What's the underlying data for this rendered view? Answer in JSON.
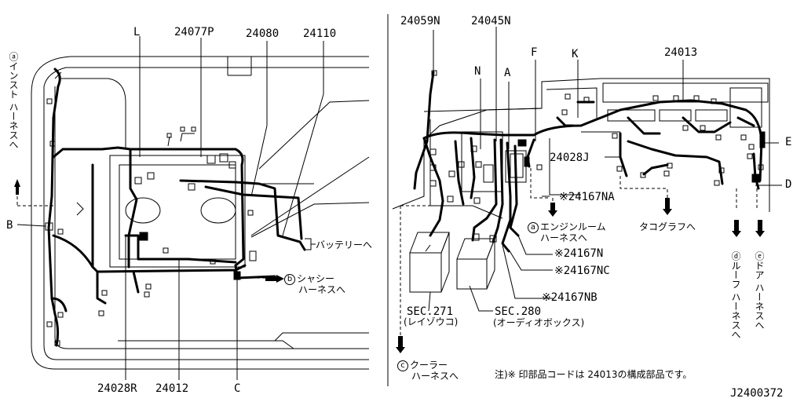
{
  "left": {
    "top_labels": {
      "L": "L",
      "p24077P": "24077P",
      "p24080": "24080",
      "p24110": "24110"
    },
    "bottom_labels": {
      "p24028R": "24028R",
      "p24012": "24012",
      "C": "C"
    },
    "side_label_B": "B",
    "inst_harness": "ⓐインスト ハーネスへ",
    "battery": "バッテリーへ",
    "chassis_circle": "b",
    "chassis_line1": "シャシー",
    "chassis_line2": "ハーネスへ"
  },
  "right": {
    "top_labels": {
      "p24059N": "24059N",
      "p24045N": "24045N",
      "N": "N",
      "A": "A",
      "F": "F",
      "K": "K",
      "p24013": "24013"
    },
    "p24028J": "24028J",
    "E": "E",
    "D": "D",
    "na": "※24167NA",
    "engine_circle": "a",
    "engine_line1": "エンジンルーム",
    "engine_line2": "ハーネスへ",
    "tacho": "タコグラフへ",
    "n24167N": "※24167N",
    "n24167NC": "※24167NC",
    "n24167NB": "※24167NB",
    "sec271": "SEC.271",
    "sec271_sub": "(レイゾウコ)",
    "sec280": "SEC.280",
    "sec280_sub": "(オーディオボックス)",
    "cooler_circle": "c",
    "cooler_line1": "クーラー",
    "cooler_line2": "ハーネスへ",
    "roof": "ⓓルーフ ハーネスへ",
    "door": "ⓔドア ハーネスへ",
    "note": "注)※ 印部品コードは 24013の構成部品です。",
    "figure_id": "J2400372"
  }
}
